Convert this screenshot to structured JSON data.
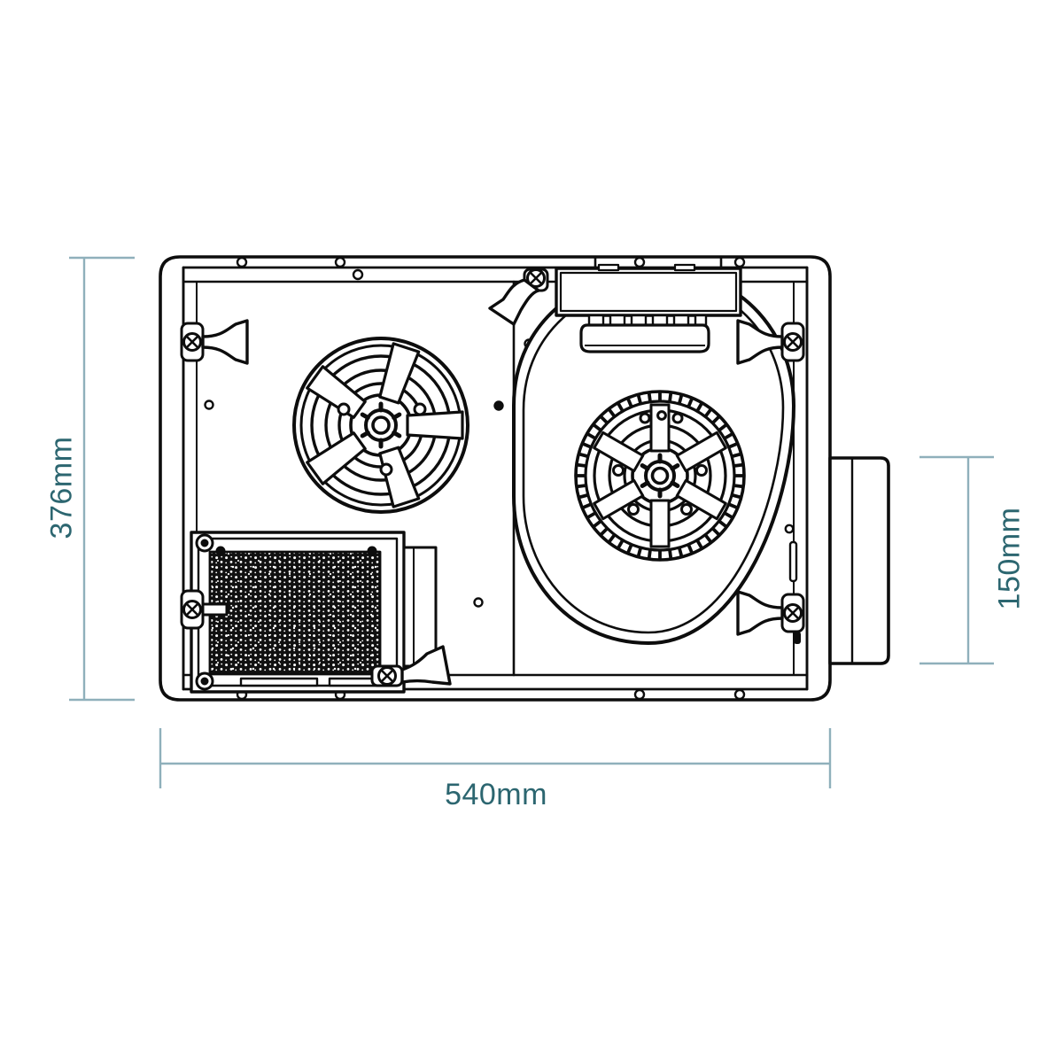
{
  "drawing": {
    "title": "Ventilation unit plan view technical drawing",
    "description": "Internal plan view of a bathroom ventilation / heater unit showing an axial fan, a centrifugal blower with scroll housing, a perforated filter panel, a terminal box and a round duct spigot outlet.",
    "background_color": "#ffffff",
    "line_color": "#0d0d0d",
    "dimension_color": "#8fb0bb",
    "dimension_text_color": "#2c6670",
    "filter_fill_color": "#111111"
  },
  "dimensions": {
    "height": {
      "value": "376mm",
      "orientation": "vertical",
      "position": "left",
      "measures": "overall housing depth"
    },
    "width": {
      "value": "540mm",
      "orientation": "horizontal",
      "position": "bottom",
      "measures": "overall housing width"
    },
    "duct": {
      "value": "150mm",
      "orientation": "vertical",
      "position": "right",
      "measures": "duct spigot diameter"
    }
  },
  "components": {
    "housing": "outer-chassis",
    "axial_fan": "axial-fan-grille",
    "blower": "centrifugal-blower",
    "scroll": "scroll-volute-housing",
    "filter": "perforated-filter-panel",
    "terminal_box": "terminal-junction-box",
    "duct_outlet": "round-duct-spigot",
    "mounting_clips": "spring-mounting-clips",
    "divider": "internal-chamber-divider"
  }
}
